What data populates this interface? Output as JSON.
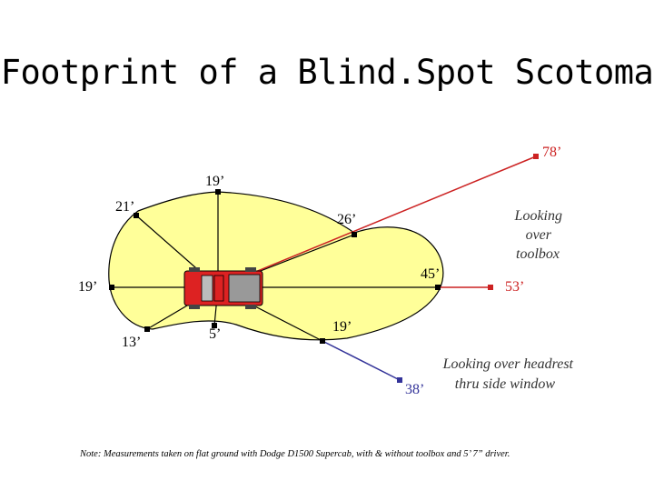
{
  "title": "Footprint of a Blind.Spot Scotoma",
  "labels": {
    "front_19": "19’",
    "front_left_21": "21’",
    "front_right_26": "26’",
    "right_45": "45’",
    "left_19": "19’",
    "rear_left_13": "13’",
    "rear_5": "5’",
    "rear_right_19": "19’",
    "toolbox_78": "78’",
    "toolbox_53": "53’",
    "headrest_38": "38’"
  },
  "annotations": {
    "toolbox_line1": "Looking",
    "toolbox_line2": "over",
    "toolbox_line3": "toolbox",
    "headrest_line1": "Looking over headrest",
    "headrest_line2": "thru side window"
  },
  "footnote": "Note:  Measurements taken on flat ground with Dodge D1500 Supercab, with & without toolbox and 5’ 7” driver.",
  "colors": {
    "blob_fill": "#ffff99",
    "red_line": "#cc2222",
    "blue_line": "#333399",
    "truck_body": "#dd2222"
  }
}
